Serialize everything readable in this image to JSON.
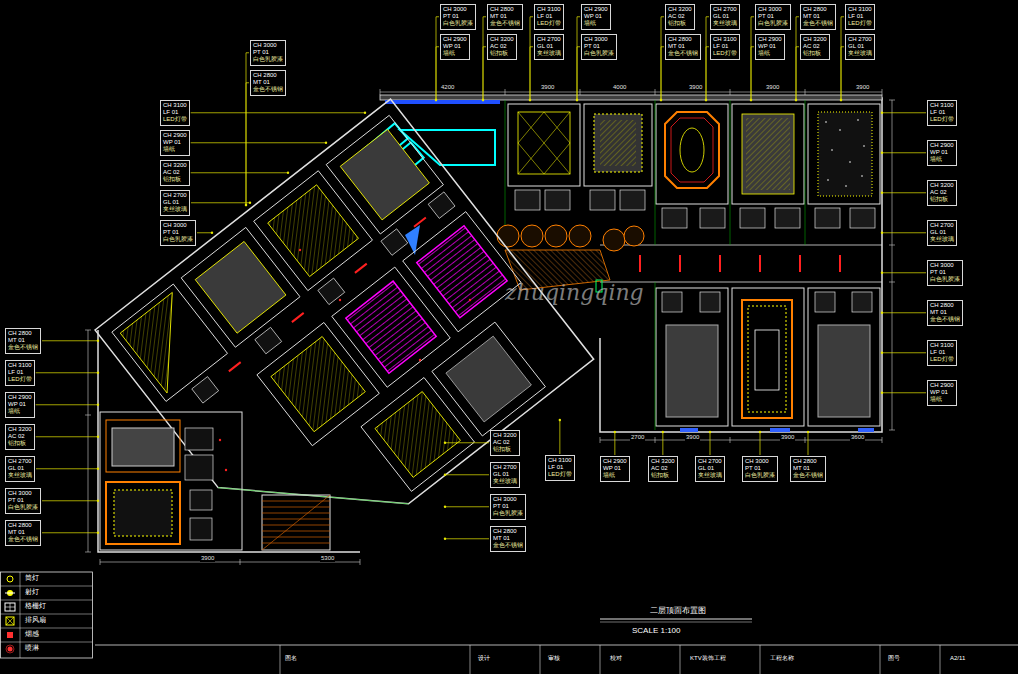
{
  "diagram": {
    "title": "二层顶面布置图",
    "nodes": [
      {
        "text": [
          "CH 3000",
          "PT 01",
          "白色乳胶漆"
        ]
      },
      {
        "text": [
          "CH 2800",
          "MT 01",
          "金色不锈钢"
        ]
      },
      {
        "text": [
          "CH 3100",
          "LF 01",
          "LED灯带"
        ]
      },
      {
        "text": [
          "CH 2900",
          "WP 01",
          "墙纸"
        ]
      },
      {
        "text": [
          "CH 3200",
          "AC 02",
          "铝扣板"
        ]
      },
      {
        "text": [
          "CH 2700",
          "GL 01",
          "夹丝玻璃"
        ]
      },
      {
        "text": [
          "CH 3000",
          "PT 01",
          "白色乳胶漆"
        ]
      },
      {
        "text": [
          "CH 2800",
          "MT 01",
          "金色不锈钢"
        ]
      },
      {
        "text": [
          "CH 3100",
          "LF 01",
          "LED灯带"
        ]
      },
      {
        "text": [
          "CH 2900",
          "WP 01",
          "墙纸"
        ]
      },
      {
        "text": [
          "CH 3200",
          "AC 02",
          "铝扣板"
        ]
      },
      {
        "text": [
          "CH 2700",
          "GL 01",
          "夹丝玻璃"
        ]
      },
      {
        "text": [
          "CH 3000",
          "PT 01",
          "白色乳胶漆"
        ]
      },
      {
        "text": [
          "CH 2800",
          "MT 01",
          "金色不锈钢"
        ]
      },
      {
        "text": [
          "CH 3100",
          "LF 01",
          "LED灯带"
        ]
      },
      {
        "text": [
          "CH 2900",
          "WP 01",
          "墙纸"
        ]
      },
      {
        "text": [
          "CH 3200",
          "AC 02",
          "铝扣板"
        ]
      },
      {
        "text": [
          "CH 2700",
          "GL 01",
          "夹丝玻璃"
        ]
      },
      {
        "text": [
          "CH 3000",
          "PT 01",
          "白色乳胶漆"
        ]
      },
      {
        "text": [
          "CH 2800",
          "MT 01",
          "金色不锈钢"
        ]
      },
      {
        "text": [
          "CH 3100",
          "LF 01",
          "LED灯带"
        ]
      },
      {
        "text": [
          "CH 2900",
          "WP 01",
          "墙纸"
        ]
      },
      {
        "text": [
          "CH 3200",
          "AC 02",
          "铝扣板"
        ]
      },
      {
        "text": [
          "CH 2700",
          "GL 01",
          "夹丝玻璃"
        ]
      },
      {
        "text": [
          "CH 3000",
          "PT 01",
          "白色乳胶漆"
        ]
      },
      {
        "text": [
          "CH 2800",
          "MT 01",
          "金色不锈钢"
        ]
      },
      {
        "text": [
          "CH 3100",
          "LF 01",
          "LED灯带"
        ]
      },
      {
        "text": [
          "CH 2900",
          "WP 01",
          "墙纸"
        ]
      },
      {
        "text": [
          "CH 3200",
          "AC 02",
          "铝扣板"
        ]
      },
      {
        "text": [
          "CH 2700",
          "GL 01",
          "夹丝玻璃"
        ]
      },
      {
        "text": [
          "CH 3000",
          "PT 01",
          "白色乳胶漆"
        ]
      },
      {
        "text": [
          "CH 2800",
          "MT 01",
          "金色不锈钢"
        ]
      },
      {
        "text": [
          "CH 3100",
          "LF 01",
          "LED灯带"
        ]
      },
      {
        "text": [
          "CH 2900",
          "WP 01",
          "墙纸"
        ]
      },
      {
        "text": [
          "CH 3200",
          "AC 02",
          "铝扣板"
        ]
      },
      {
        "text": [
          "CH 2700",
          "GL 01",
          "夹丝玻璃"
        ]
      },
      {
        "text": [
          "CH 3000",
          "PT 01",
          "白色乳胶漆"
        ]
      },
      {
        "text": [
          "CH 2800",
          "MT 01",
          "金色不锈钢"
        ]
      },
      {
        "text": [
          "CH 3100",
          "LF 01",
          "LED灯带"
        ]
      },
      {
        "text": [
          "CH 2900",
          "WP 01",
          "墙纸"
        ]
      },
      {
        "text": [
          "CH 3200",
          "AC 02",
          "铝扣板"
        ]
      },
      {
        "text": [
          "CH 2700",
          "GL 01",
          "夹丝玻璃"
        ]
      },
      {
        "text": [
          "CH 3000",
          "PT 01",
          "白色乳胶漆"
        ]
      },
      {
        "text": [
          "CH 2800",
          "MT 01",
          "金色不锈钢"
        ]
      },
      {
        "text": [
          "CH 3100",
          "LF 01",
          "LED灯带"
        ]
      },
      {
        "text": [
          "CH 2900",
          "WP 01",
          "墙纸"
        ]
      },
      {
        "text": [
          "CH 3200",
          "AC 02",
          "铝扣板"
        ]
      },
      {
        "text": [
          "CH 2700",
          "GL 01",
          "夹丝玻璃"
        ]
      },
      {
        "text": [
          "CH 3000",
          "PT 01",
          "白色乳胶漆"
        ]
      },
      {
        "text": [
          "CH 2800",
          "MT 01",
          "金色不锈钢"
        ]
      }
    ],
    "labels": [
      "4200",
      "3900",
      "4000",
      "3900",
      "3900",
      "3900",
      "3900",
      "5300",
      "2700",
      "3900",
      "3900",
      "3600",
      "SCALE 1:100",
      "zhuqingqing",
      "图名",
      "设计",
      "审核",
      "校对",
      "KTV装饰工程",
      "工程名称",
      "图号",
      "A2/11"
    ],
    "legend": [
      {
        "text": "筒灯"
      },
      {
        "text": "射灯"
      },
      {
        "text": "格栅灯"
      },
      {
        "text": "排风扇"
      },
      {
        "text": "烟感"
      },
      {
        "text": "喷淋"
      }
    ]
  }
}
